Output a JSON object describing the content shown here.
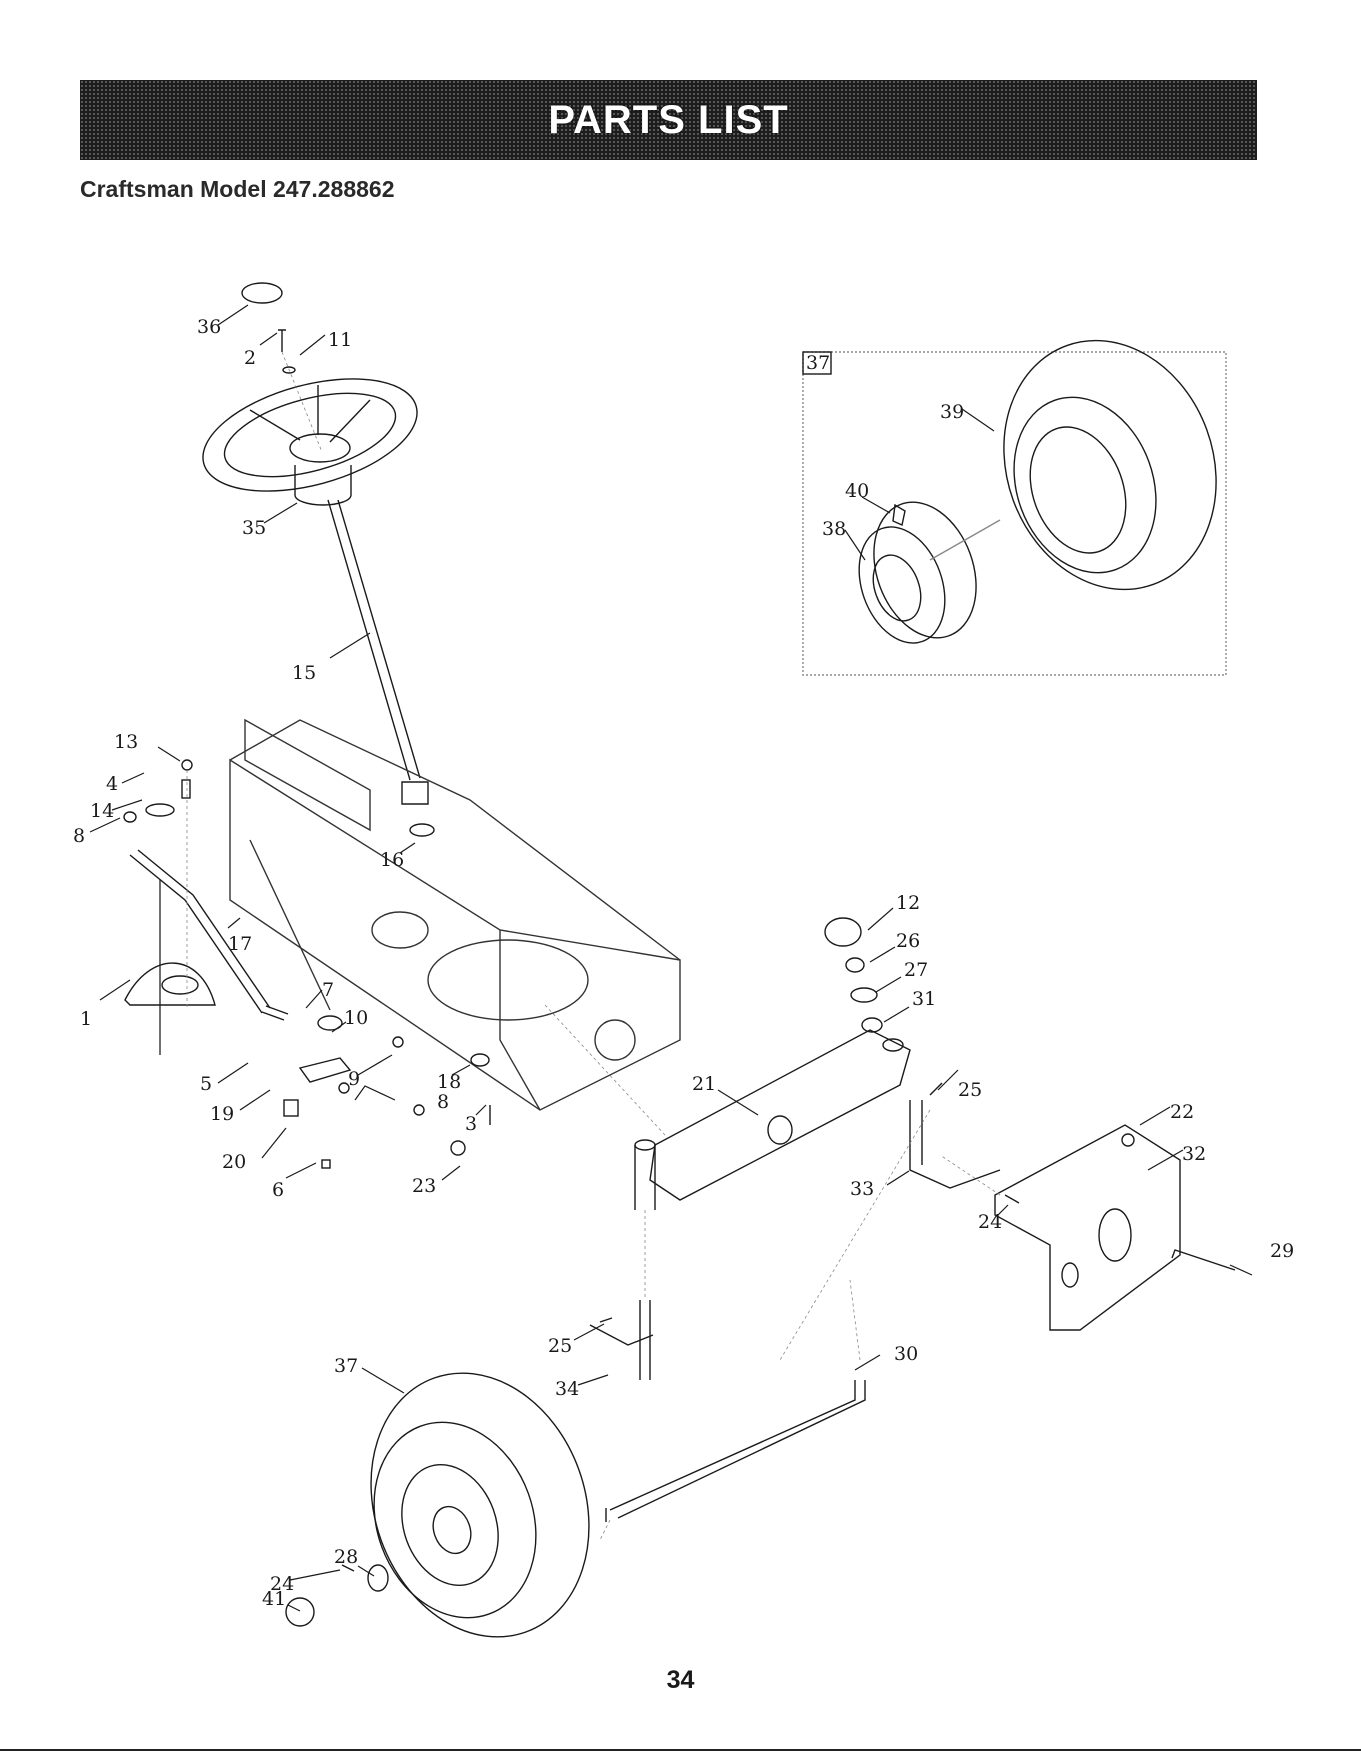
{
  "header": {
    "title": "PARTS LIST",
    "model": "Craftsman Model 247.288862"
  },
  "inset": {
    "label": "37"
  },
  "callouts": [
    "36",
    "2",
    "11",
    "35",
    "15",
    "13",
    "4",
    "14",
    "8",
    "16",
    "17",
    "1",
    "7",
    "10",
    "5",
    "19",
    "20",
    "6",
    "9",
    "18",
    "8",
    "3",
    "23",
    "12",
    "26",
    "27",
    "31",
    "21",
    "25",
    "22",
    "32",
    "33",
    "24",
    "29",
    "25",
    "34",
    "37",
    "30",
    "24",
    "28",
    "41",
    "39",
    "40",
    "38"
  ],
  "footer": {
    "page_number": "34"
  }
}
